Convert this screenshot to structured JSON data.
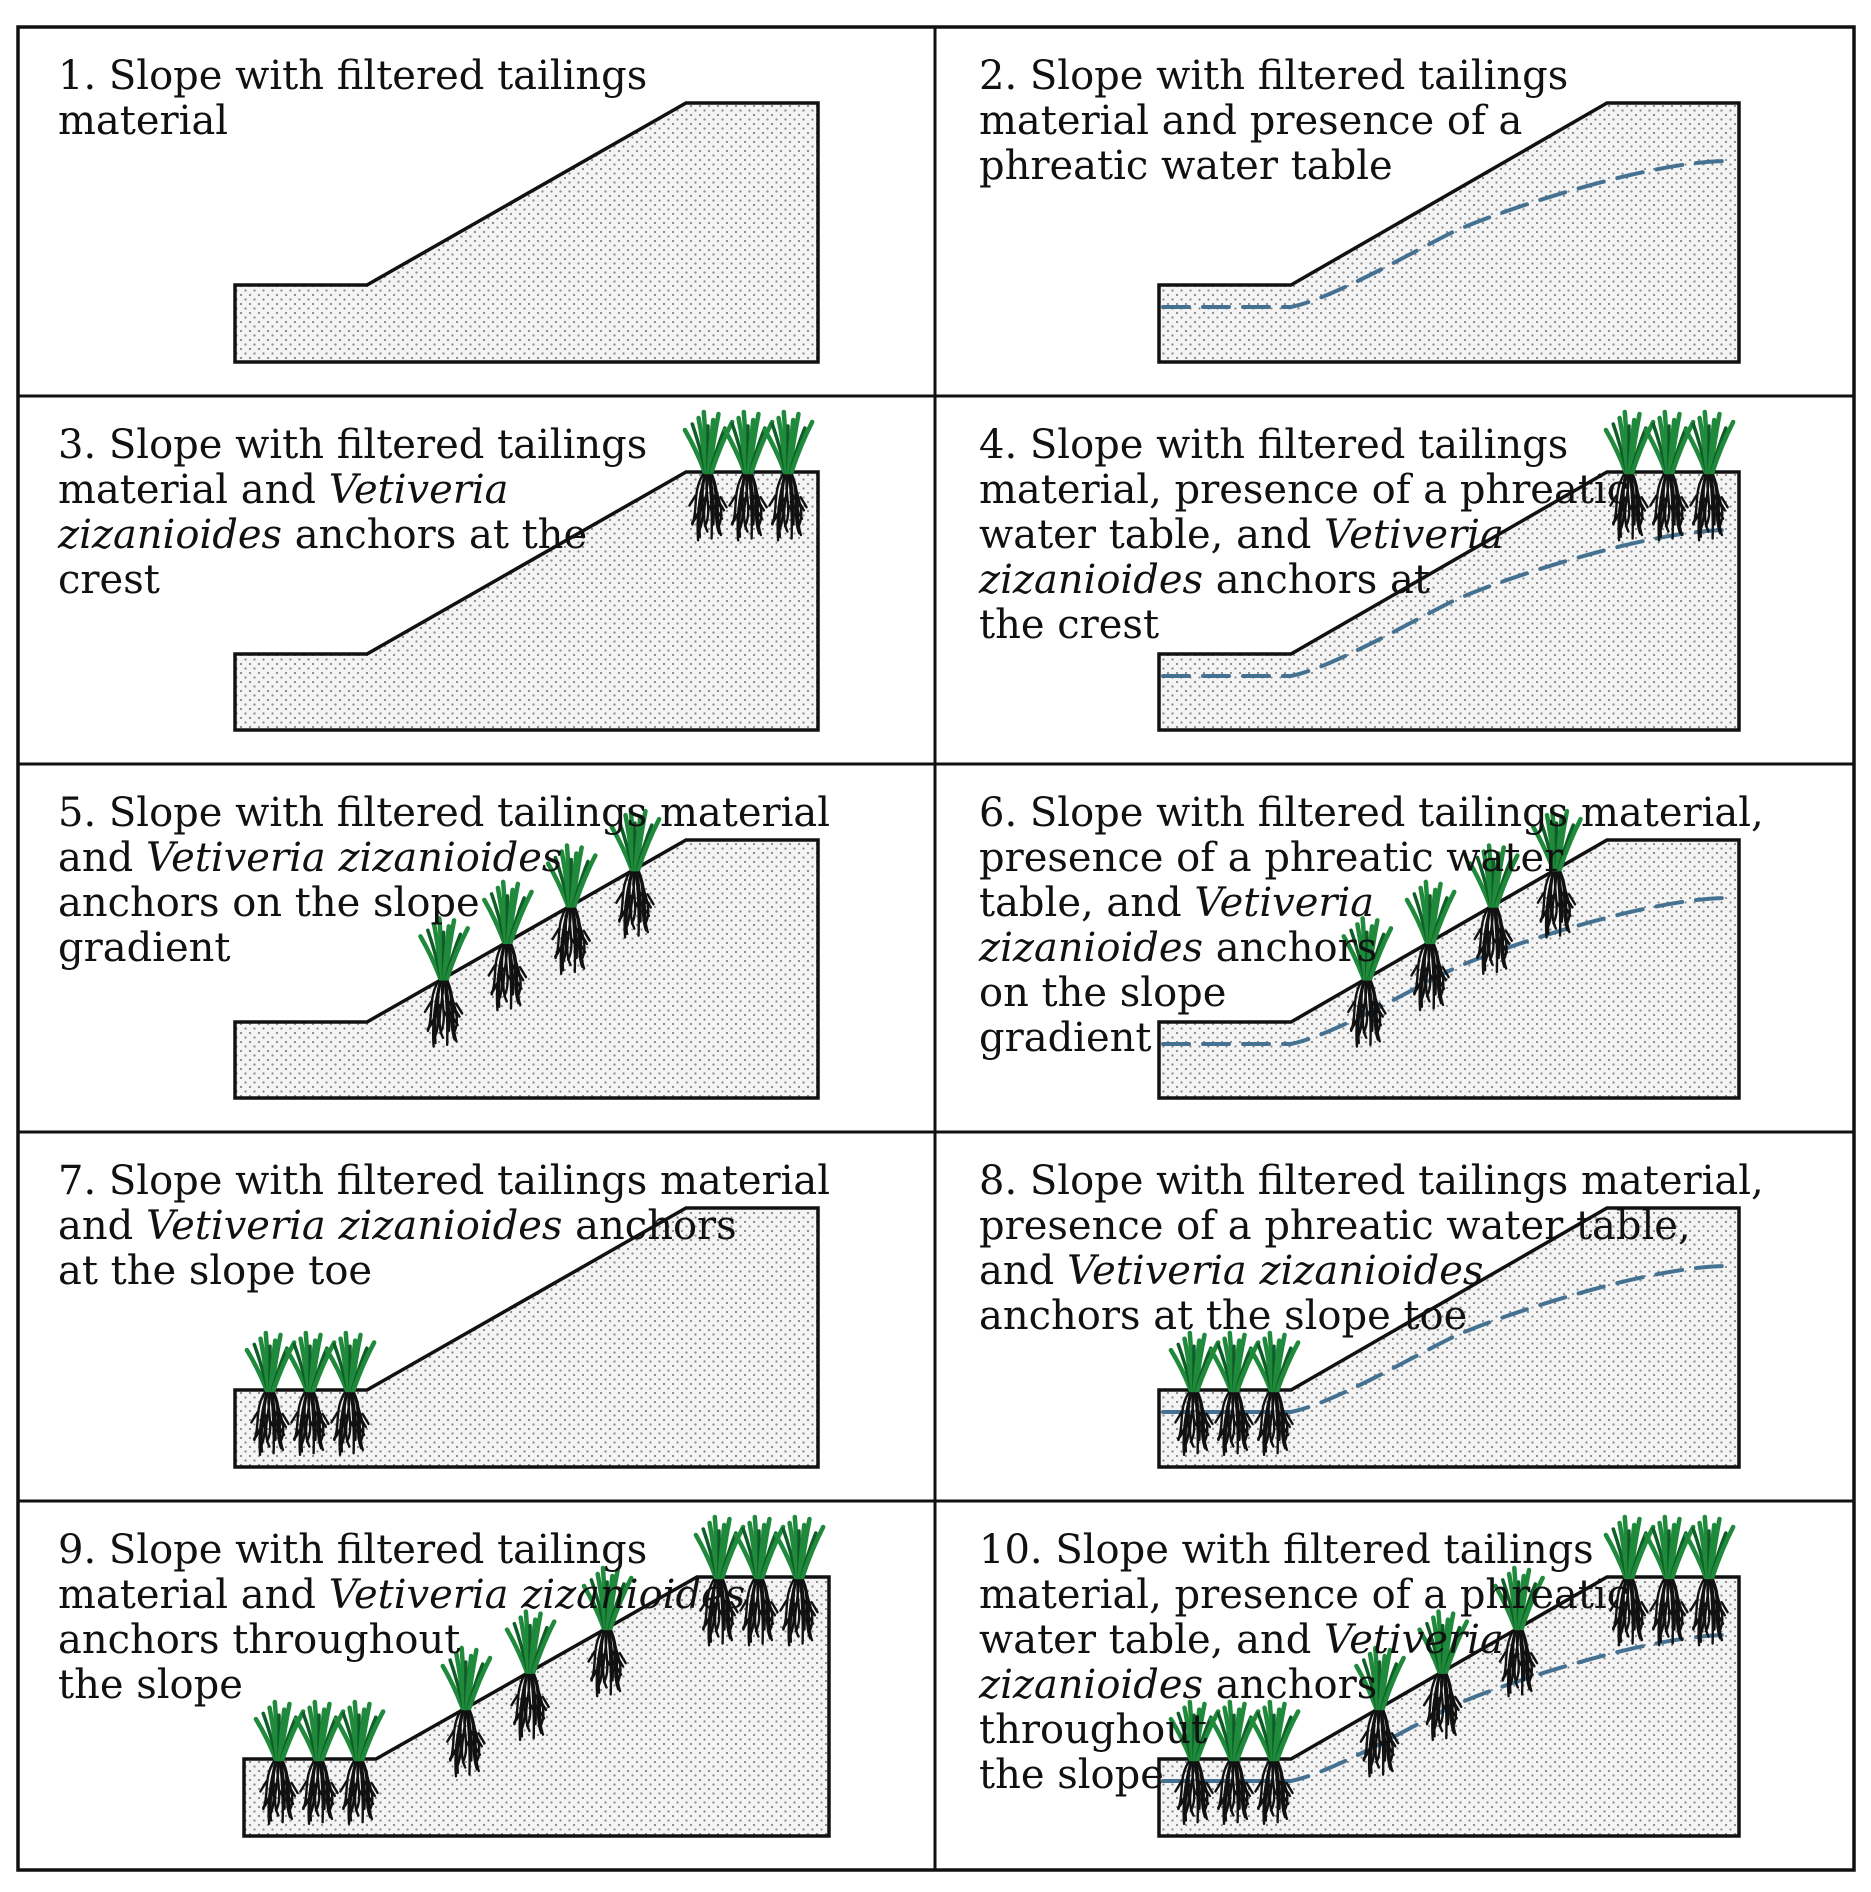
{
  "panels": [
    {
      "number": "1.",
      "text": "Slope with filtered tailings material",
      "lines": [
        [
          "1. Slope with filtered tailings"
        ],
        [
          "material"
        ]
      ],
      "water_table": false,
      "anchors": []
    },
    {
      "number": "2.",
      "text": "Slope with filtered tailings material and presence of a phreatic water table",
      "lines": [
        [
          "2. Slope with filtered tailings"
        ],
        [
          "material and presence of a"
        ],
        [
          "phreatic water table"
        ]
      ],
      "water_table": true,
      "anchors": []
    },
    {
      "number": "3.",
      "text": "Slope with filtered tailings material and Vetiveria zizanioides anchors at the crest",
      "lines": [
        [
          "3. Slope with filtered tailings"
        ],
        [
          "material and ",
          "*Vetiveria"
        ],
        [
          "*zizanioides",
          " anchors at the"
        ],
        [
          "crest"
        ]
      ],
      "water_table": false,
      "anchors": [
        "crest"
      ]
    },
    {
      "number": "4.",
      "text": "Slope with filtered tailings material, presence of a phreatic water table, and Vetiveria zizanioides anchors at the crest",
      "lines": [
        [
          "4. Slope with filtered tailings"
        ],
        [
          "material, presence of a phreatic"
        ],
        [
          "water table, and ",
          "*Vetiveria"
        ],
        [
          "*zizanioides",
          " anchors at"
        ],
        [
          "the crest"
        ]
      ],
      "water_table": true,
      "anchors": [
        "crest"
      ]
    },
    {
      "number": "5.",
      "text": "Slope with filtered tailings material and Vetiveria zizanioides anchors on the slope gradient",
      "lines": [
        [
          "5. Slope with filtered tailings material"
        ],
        [
          "and ",
          "*Vetiveria zizanioides"
        ],
        [
          "anchors on the slope"
        ],
        [
          "gradient"
        ]
      ],
      "water_table": false,
      "anchors": [
        "slope"
      ]
    },
    {
      "number": "6.",
      "text": "Slope with filtered tailings material, presence of a phreatic water table, and Vetiveria zizanioides anchors on the slope gradient",
      "lines": [
        [
          "6. Slope with filtered tailings material,"
        ],
        [
          "presence of a phreatic water"
        ],
        [
          "table, and ",
          "*Vetiveria"
        ],
        [
          "*zizanioides",
          " anchors"
        ],
        [
          "on the slope"
        ],
        [
          "gradient"
        ]
      ],
      "water_table": true,
      "anchors": [
        "slope"
      ]
    },
    {
      "number": "7.",
      "text": "Slope with filtered tailings material and Vetiveria zizanioides anchors at the slope toe",
      "lines": [
        [
          "7. Slope with filtered tailings material"
        ],
        [
          "and ",
          "*Vetiveria zizanioides",
          " anchors"
        ],
        [
          "at the slope toe"
        ]
      ],
      "water_table": false,
      "anchors": [
        "toe"
      ]
    },
    {
      "number": "8.",
      "text": "Slope with filtered tailings material, presence of a phreatic water table, and Vetiveria zizanioides anchors at the slope toe",
      "lines": [
        [
          "8. Slope with filtered tailings material,"
        ],
        [
          "presence of a phreatic water table,"
        ],
        [
          "and ",
          "*Vetiveria zizanioides"
        ],
        [
          "anchors at the slope toe"
        ]
      ],
      "water_table": true,
      "anchors": [
        "toe"
      ]
    },
    {
      "number": "9.",
      "text": "Slope with filtered tailings material and Vetiveria zizanioides anchors throughout the slope",
      "lines": [
        [
          "9. Slope with filtered tailings"
        ],
        [
          "material and ",
          "*Vetiveria zizanioides"
        ],
        [
          "anchors throughout"
        ],
        [
          "the slope"
        ]
      ],
      "water_table": false,
      "anchors": [
        "toe",
        "slope",
        "crest"
      ]
    },
    {
      "number": "10.",
      "text": "Slope with filtered tailings material, presence of a phreatic water table, and Vetiveria zizanioides anchors throughout the slope",
      "lines": [
        [
          "10. Slope with filtered tailings"
        ],
        [
          "material, presence of a phreatic"
        ],
        [
          "water table, and ",
          "*Vetiveria"
        ],
        [
          "*zizanioides",
          " anchors"
        ],
        [
          "throughout"
        ],
        [
          "the slope"
        ]
      ],
      "water_table": true,
      "anchors": [
        "toe",
        "slope",
        "crest"
      ]
    }
  ],
  "colors": {
    "outline": "#111111",
    "water_table": "#3b6a8c",
    "grass": "#1f8a3b",
    "roots": "#111111",
    "fill_dots": "#8a8a8a"
  }
}
